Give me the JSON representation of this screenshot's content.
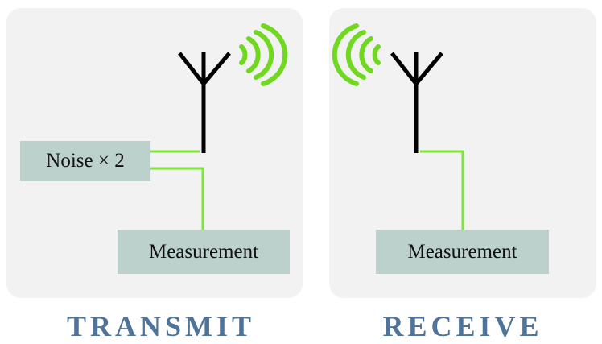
{
  "transmit": {
    "caption": "TRANSMIT",
    "noise_label": "Noise × 2",
    "measurement_label": "Measurement"
  },
  "receive": {
    "caption": "RECEIVE",
    "measurement_label": "Measurement"
  },
  "colors": {
    "panel_background": "#f2f2f2",
    "box_fill": "#bcd0cc",
    "wire": "#7ee33a",
    "signal_waves": "#6fd81f",
    "antenna": "#000000",
    "caption_text": "#50739a"
  }
}
